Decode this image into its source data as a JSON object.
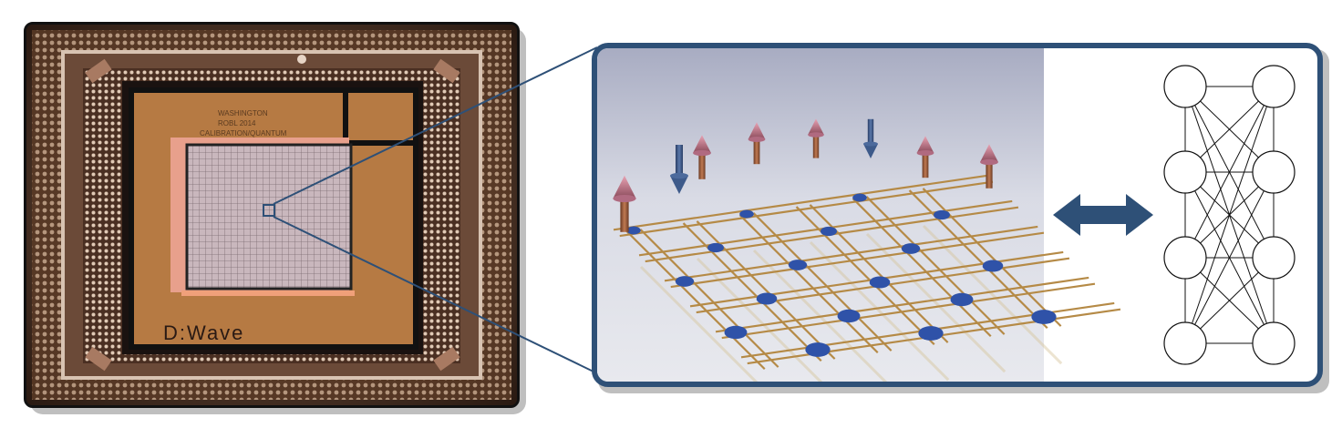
{
  "chip": {
    "brand_text": "D:Wave",
    "engraving": [
      "WASHINGTON",
      "ROBL 2014",
      "CALIBRATION/QUANTUM"
    ]
  },
  "colors": {
    "frame": "#2e5077",
    "arrow": "#2e5077",
    "qubit_node": "#2f52a8",
    "coupler": "#b58a46",
    "spin_up": "#d8899e",
    "spin_down": "#3d5a8a",
    "die": "#b67a43"
  },
  "graph": {
    "left_nodes": 4,
    "right_nodes": 4,
    "connectivity": "complete-bipartite-plus-vertical"
  }
}
